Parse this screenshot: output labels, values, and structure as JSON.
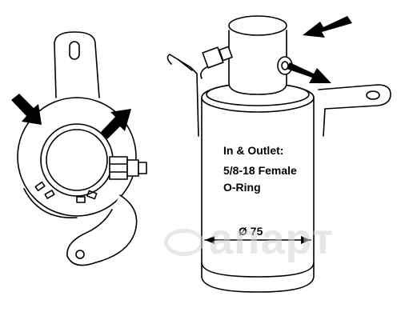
{
  "labels": {
    "connection_line_1": "In & Outlet:",
    "connection_line_2": "5/8-18 Female",
    "connection_line_3": "O-Ring",
    "diameter": "Ø 75"
  },
  "watermark": {
    "text": "апарт"
  },
  "colors": {
    "line": "#000000",
    "arrow_fill": "#000000",
    "background": "#ffffff",
    "watermark": "#d5d5d5"
  }
}
